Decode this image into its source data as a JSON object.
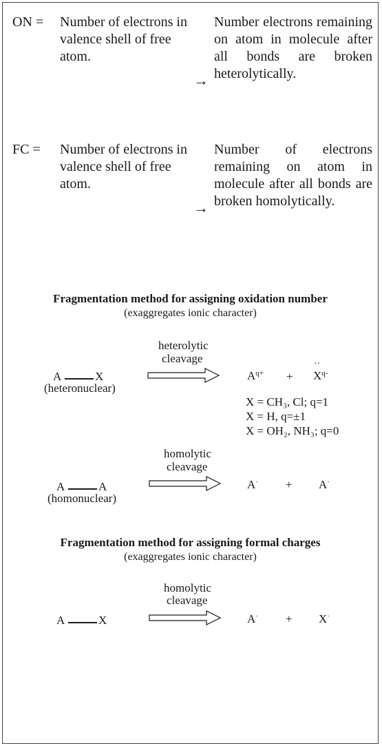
{
  "definitions": {
    "on": {
      "abbr": "ON =",
      "left": "Number of electrons in valence shell of free atom.",
      "arrow": "→",
      "right": "Number electrons remaining on atom in molecule after all bonds are broken heterolytically."
    },
    "fc": {
      "abbr": "FC =",
      "left": "Number of electrons in valence shell of free atom.",
      "arrow": "→",
      "right": "Number of elec­trons remaining on atom in molecule after all bonds are broken homolyti­cally."
    }
  },
  "oxidation_method": {
    "title": "Fragmentation method for assigning oxidation number",
    "subtitle": "(exaggregates ionic character)",
    "hetero": {
      "reactant_a": "A",
      "reactant_x": "X",
      "reactant_label": "(heteronuclear)",
      "arrow_label_1": "heterolytic",
      "arrow_label_2": "cleavage",
      "product_1_base": "A",
      "product_1_charge": "q+",
      "plus": "+",
      "lone_pair": "··",
      "product_2_base": "X",
      "product_2_charge": "q-",
      "condition_1": "X = CH₃, Cl; q=1",
      "condition_2_pre": "X = H, q=",
      "condition_2_val": "±1",
      "condition_3": "X = OH₂, NH₃; q=0"
    },
    "homo": {
      "reactant_a1": "A",
      "reactant_a2": "A",
      "reactant_label": "(homonuclear)",
      "arrow_label_1": "homolytic",
      "arrow_label_2": "cleavage",
      "product_1": "A",
      "plus": "+",
      "product_2": "A",
      "radical_dot": "·"
    }
  },
  "formal_charge_method": {
    "title": "Fragmentation method for assigning formal charges",
    "subtitle": "(exaggregates ionic character)",
    "homo": {
      "reactant_a": "A",
      "reactant_x": "X",
      "arrow_label_1": "homolytic",
      "arrow_label_2": "cleavage",
      "product_1": "A",
      "plus": "+",
      "product_2": "X",
      "radical_dot": "·"
    }
  }
}
